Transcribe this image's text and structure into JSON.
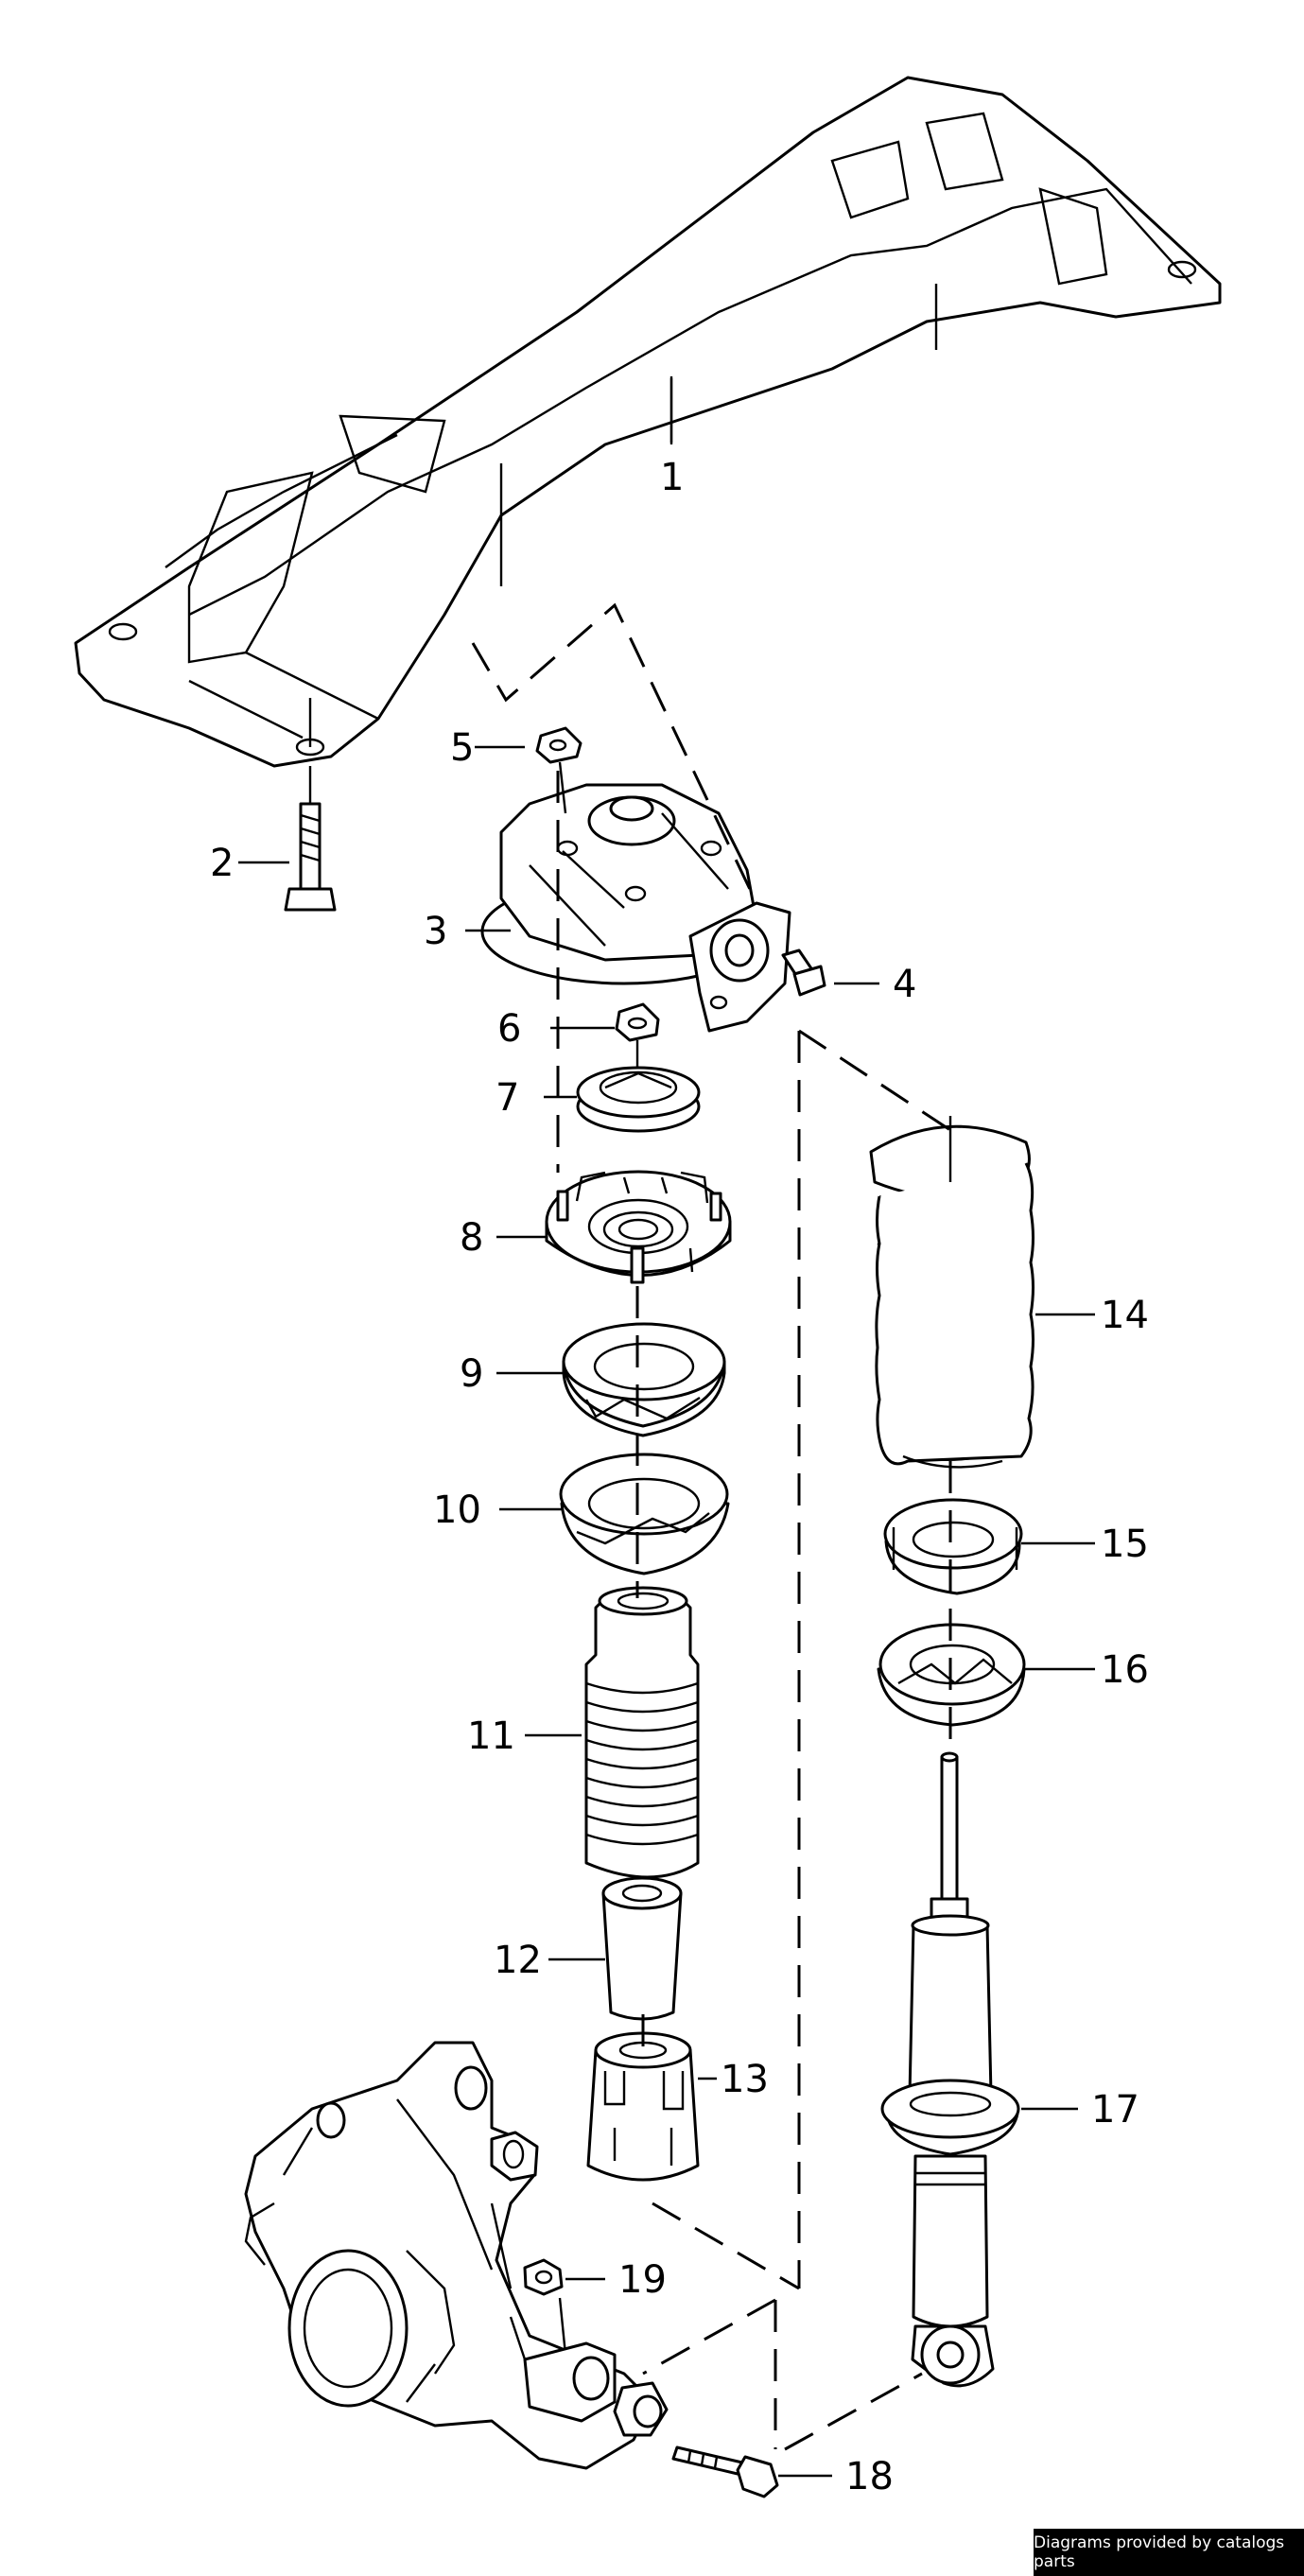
{
  "diagram": {
    "callouts": [
      "1",
      "2",
      "3",
      "4",
      "5",
      "6",
      "7",
      "8",
      "9",
      "10",
      "11",
      "12",
      "13",
      "14",
      "15",
      "16",
      "17",
      "18",
      "19"
    ]
  },
  "footer": {
    "credit": "Diagrams provided by catalogs parts"
  }
}
